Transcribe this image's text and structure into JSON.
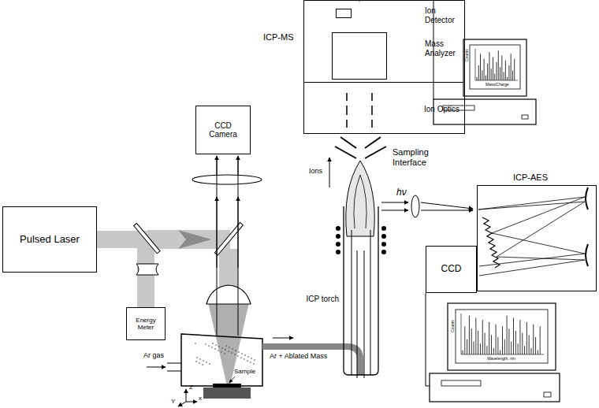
{
  "diagram": {
    "nodes": [
      {
        "text": [
          "Pulsed Laser"
        ]
      },
      {
        "text": [
          "Energy Meter"
        ]
      },
      {
        "text": [
          "CCD Camera"
        ]
      },
      {
        "text": [
          "ICP-MS"
        ]
      },
      {
        "text": [
          "Ion Detector"
        ],
        "in": 3
      },
      {
        "text": [
          "Mass Analyzer"
        ],
        "in": 3
      },
      {
        "text": [
          "Ion Optics"
        ],
        "in": 3
      },
      {
        "text": [
          "ICP-AES"
        ]
      },
      {
        "text": [
          "CCD"
        ]
      }
    ],
    "edges": [
      {
        "from": 0,
        "to": 1,
        "arrow": "none"
      }
    ],
    "labels": [
      "Ions",
      "Sampling Interface",
      "hν",
      "ICP torch",
      "Ar + Ablated Mass",
      "Ar gas",
      "Sample",
      "Z",
      "Y",
      "x",
      "Counts",
      "Mass/Charge",
      "Counts",
      "Wavelength, nm"
    ]
  }
}
